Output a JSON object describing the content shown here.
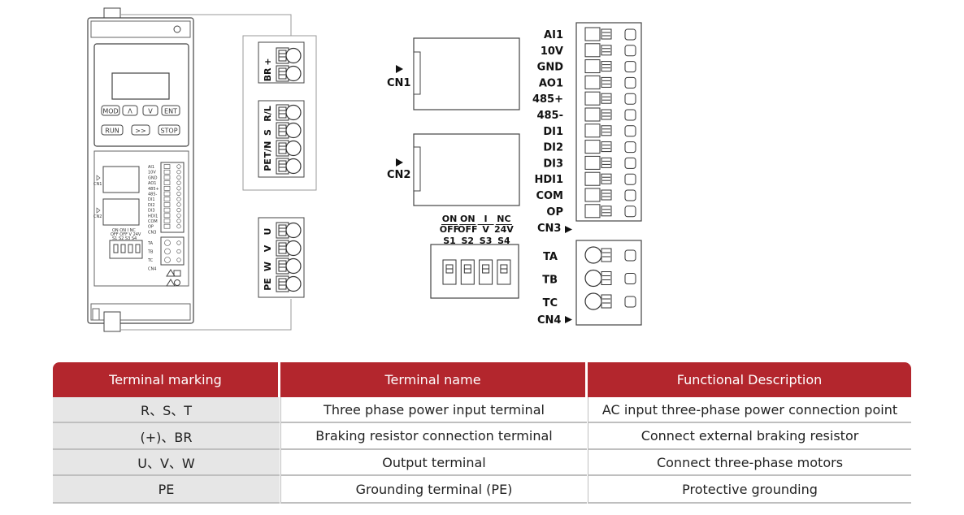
{
  "device": {
    "keys": [
      "MOD",
      "Λ",
      "V",
      "ENT",
      "RUN",
      ">>",
      "STOP"
    ],
    "left_connectors": [
      "CN1",
      "CN2"
    ],
    "cn3_pins_small": [
      "AI1",
      "10V",
      "GND",
      "AO1",
      "485+",
      "485-",
      "DI1",
      "DI2",
      "DI3",
      "HDI1",
      "COM",
      "OP",
      "CN3"
    ],
    "cn4_pins_small": [
      "TA",
      "TB",
      "TC",
      "CN4"
    ],
    "dip_small": [
      "ON ON  I  NC",
      "OFF OFF V 24V",
      "S1 S2 S3 S4"
    ]
  },
  "power_blocks": {
    "brake": [
      "+",
      "BR"
    ],
    "input": [
      "R/L",
      "S",
      "T/N",
      "PE"
    ],
    "output": [
      "U",
      "V",
      "W",
      "PE"
    ]
  },
  "connectors": {
    "cn1": "CN1",
    "cn2": "CN2"
  },
  "cn3": {
    "pins": [
      "AI1",
      "10V",
      "GND",
      "AO1",
      "485+",
      "485-",
      "DI1",
      "DI2",
      "DI3",
      "HDI1",
      "COM",
      "OP"
    ],
    "label": "CN3"
  },
  "cn4": {
    "pins": [
      "TA",
      "TB",
      "TC"
    ],
    "label": "CN4"
  },
  "dip": {
    "switches": [
      {
        "top": "ON",
        "mid": "OFF",
        "id": "S1"
      },
      {
        "top": "ON",
        "mid": "OFF",
        "id": "S2"
      },
      {
        "top": "I",
        "mid": "V",
        "id": "S3"
      },
      {
        "top": "NC",
        "mid": "24V",
        "id": "S4"
      }
    ]
  },
  "table": {
    "headers": [
      "Terminal marking",
      "Terminal name",
      "Functional Description"
    ],
    "rows": [
      [
        "R、S、T",
        "Three phase power input terminal",
        "AC input three-phase power connection point"
      ],
      [
        "(+)、BR",
        "Braking resistor connection terminal",
        "Connect external braking resistor"
      ],
      [
        "U、V、W",
        "Output terminal",
        "Connect three-phase motors"
      ],
      [
        "PE",
        "Grounding terminal (PE)",
        "Protective grounding"
      ]
    ]
  }
}
